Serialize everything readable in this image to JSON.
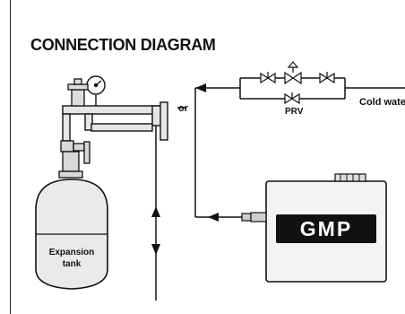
{
  "title": "CONNECTION DIAGRAM",
  "labels": {
    "cold_water": "Cold wate",
    "prv": "PRV",
    "or": "or",
    "brand": "GMP",
    "tank_line1": "Expansion",
    "tank_line2": "tank"
  },
  "colors": {
    "line": "#111111",
    "tank_fill": "#eaeaea",
    "unit_fill": "#f3f3f3",
    "brand_text": "#ffffff",
    "brand_box": "#111111"
  }
}
